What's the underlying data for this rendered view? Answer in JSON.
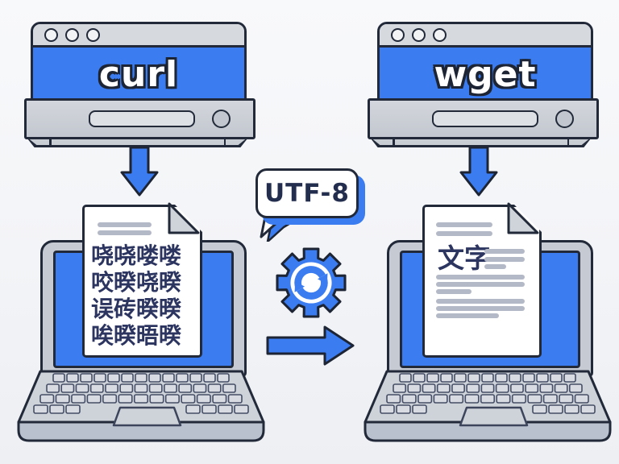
{
  "left_pipeline": {
    "tool_label": "curl",
    "window_dot_count": 3,
    "document": {
      "garbled_lines": [
        "哓哓喽喽",
        "咬暌哓暌",
        "误砖暌暌",
        "唉暌晤暌"
      ]
    }
  },
  "right_pipeline": {
    "tool_label": "wget",
    "window_dot_count": 3,
    "document": {
      "text": "文字"
    }
  },
  "converter": {
    "bubble_label": "UTF-8",
    "icon": "sync-gear"
  },
  "colors": {
    "accent_blue": "#3b7cf0",
    "outline_navy": "#222a3a",
    "text_navy": "#2c3560",
    "panel_gray": "#ced3da",
    "line_gray": "#b3b9c6",
    "background": "#f4f5f8"
  }
}
